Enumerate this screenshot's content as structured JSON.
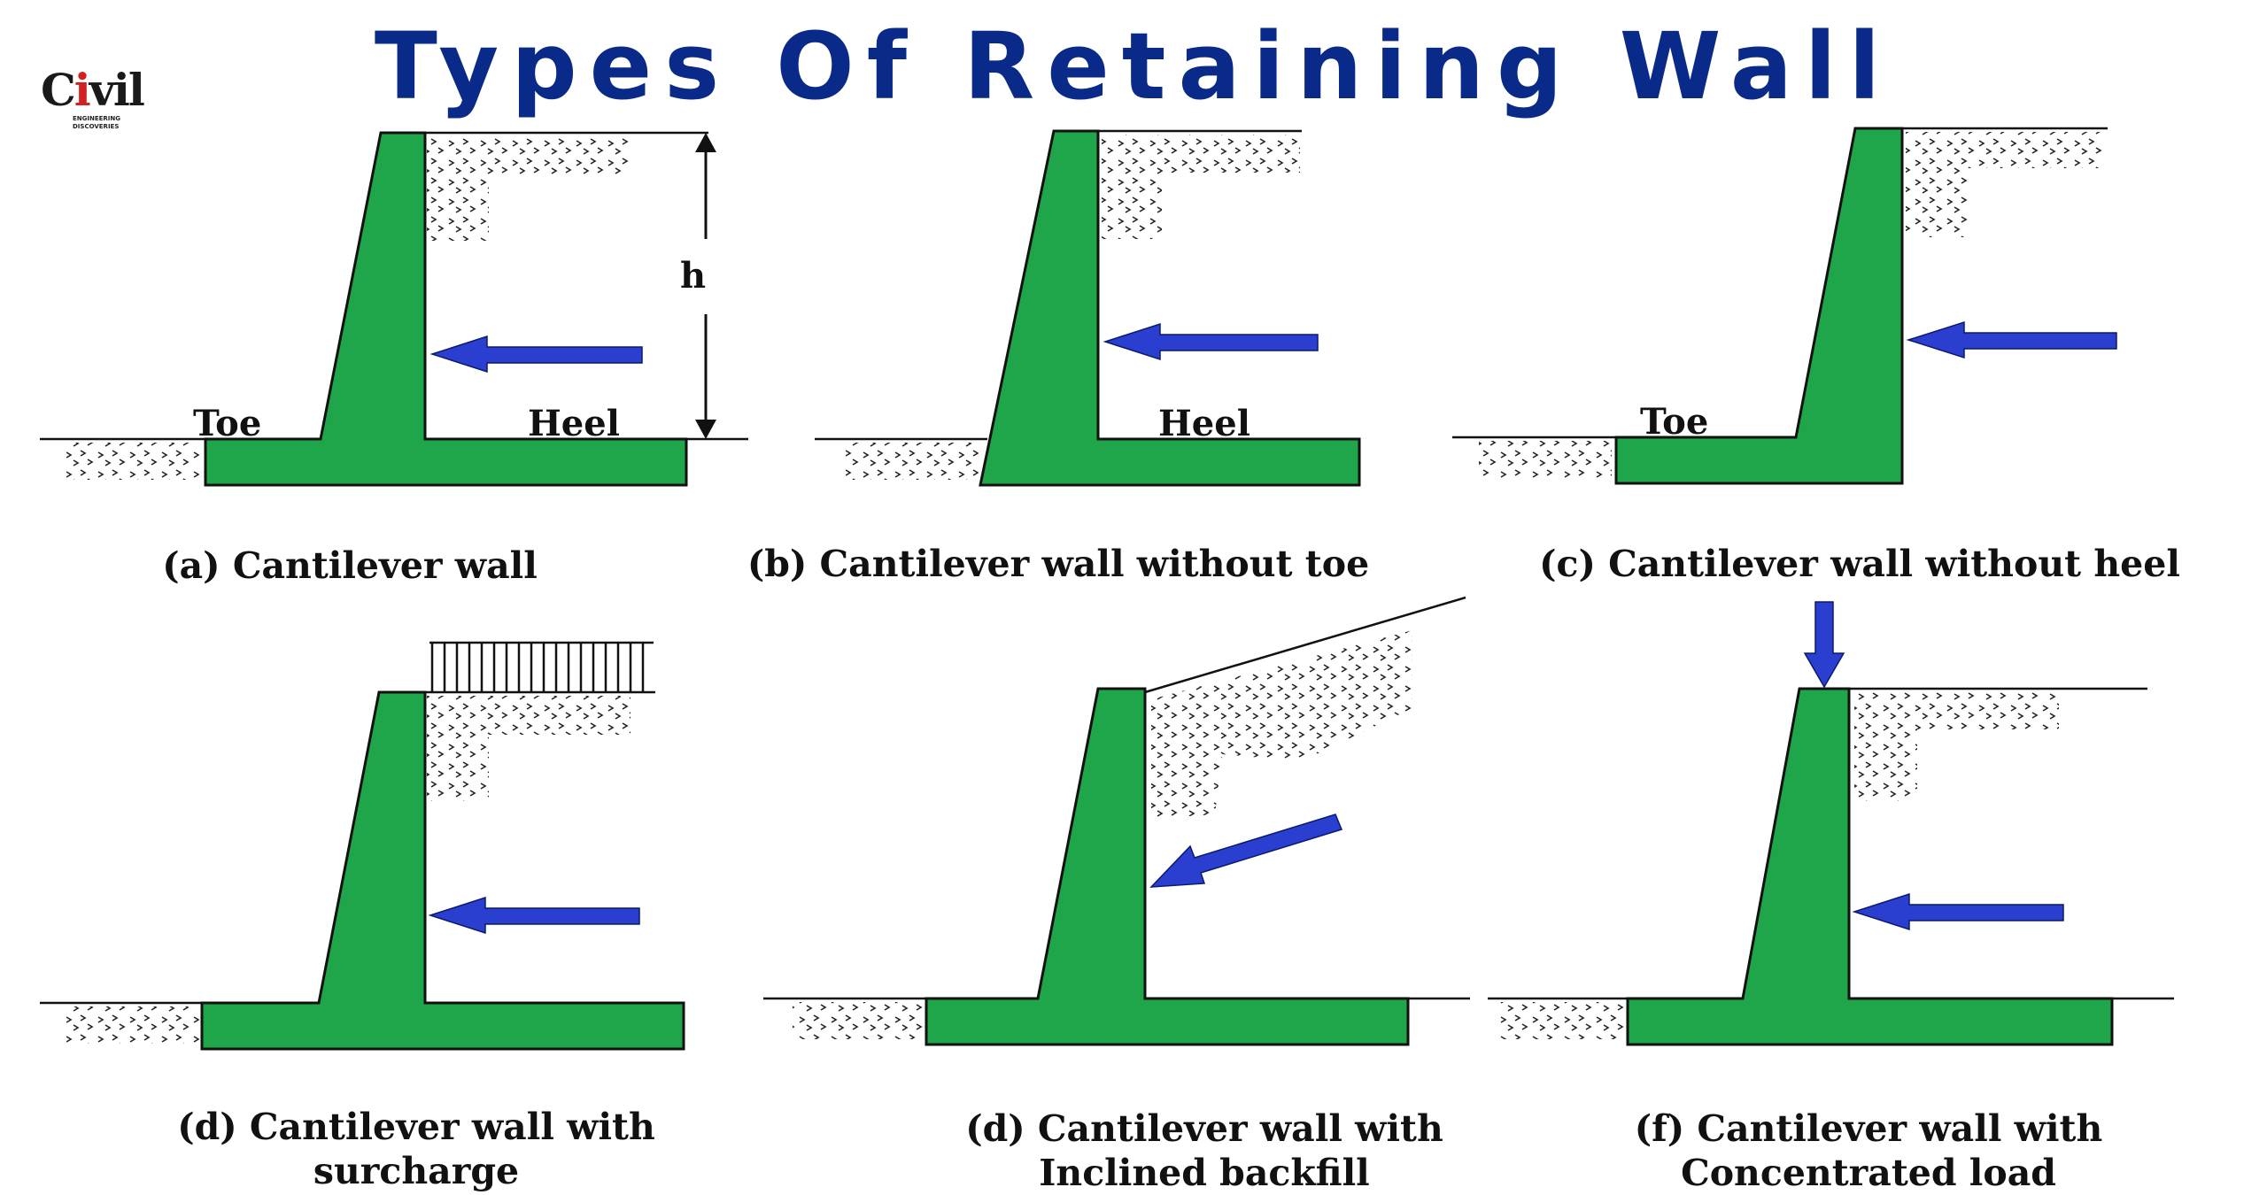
{
  "title": "Types Of Retaining Wall",
  "logo": {
    "main_prefix": "C",
    "main_accent": "i",
    "main_suffix": "vil",
    "sub_line1": "ENGINEERING",
    "sub_line2": "DISCOVERIES"
  },
  "colors": {
    "wall": "#1fa64a",
    "arrow": "#2a3fd0",
    "title": "#0a2a8a",
    "line": "#111111"
  },
  "labels": {
    "toe": "Toe",
    "heel": "Heel",
    "height": "h"
  },
  "captions": {
    "a": "(a) Cantilever wall",
    "b": "(b) Cantilever wall without toe",
    "c": "(c) Cantilever wall without heel",
    "d1_line1": "(d) Cantilever wall with",
    "d1_line2": "surcharge",
    "d2_line1": "(d) Cantilever wall with",
    "d2_line2": "Inclined backfill",
    "f_line1": "(f) Cantilever wall with",
    "f_line2": "Concentrated load"
  }
}
